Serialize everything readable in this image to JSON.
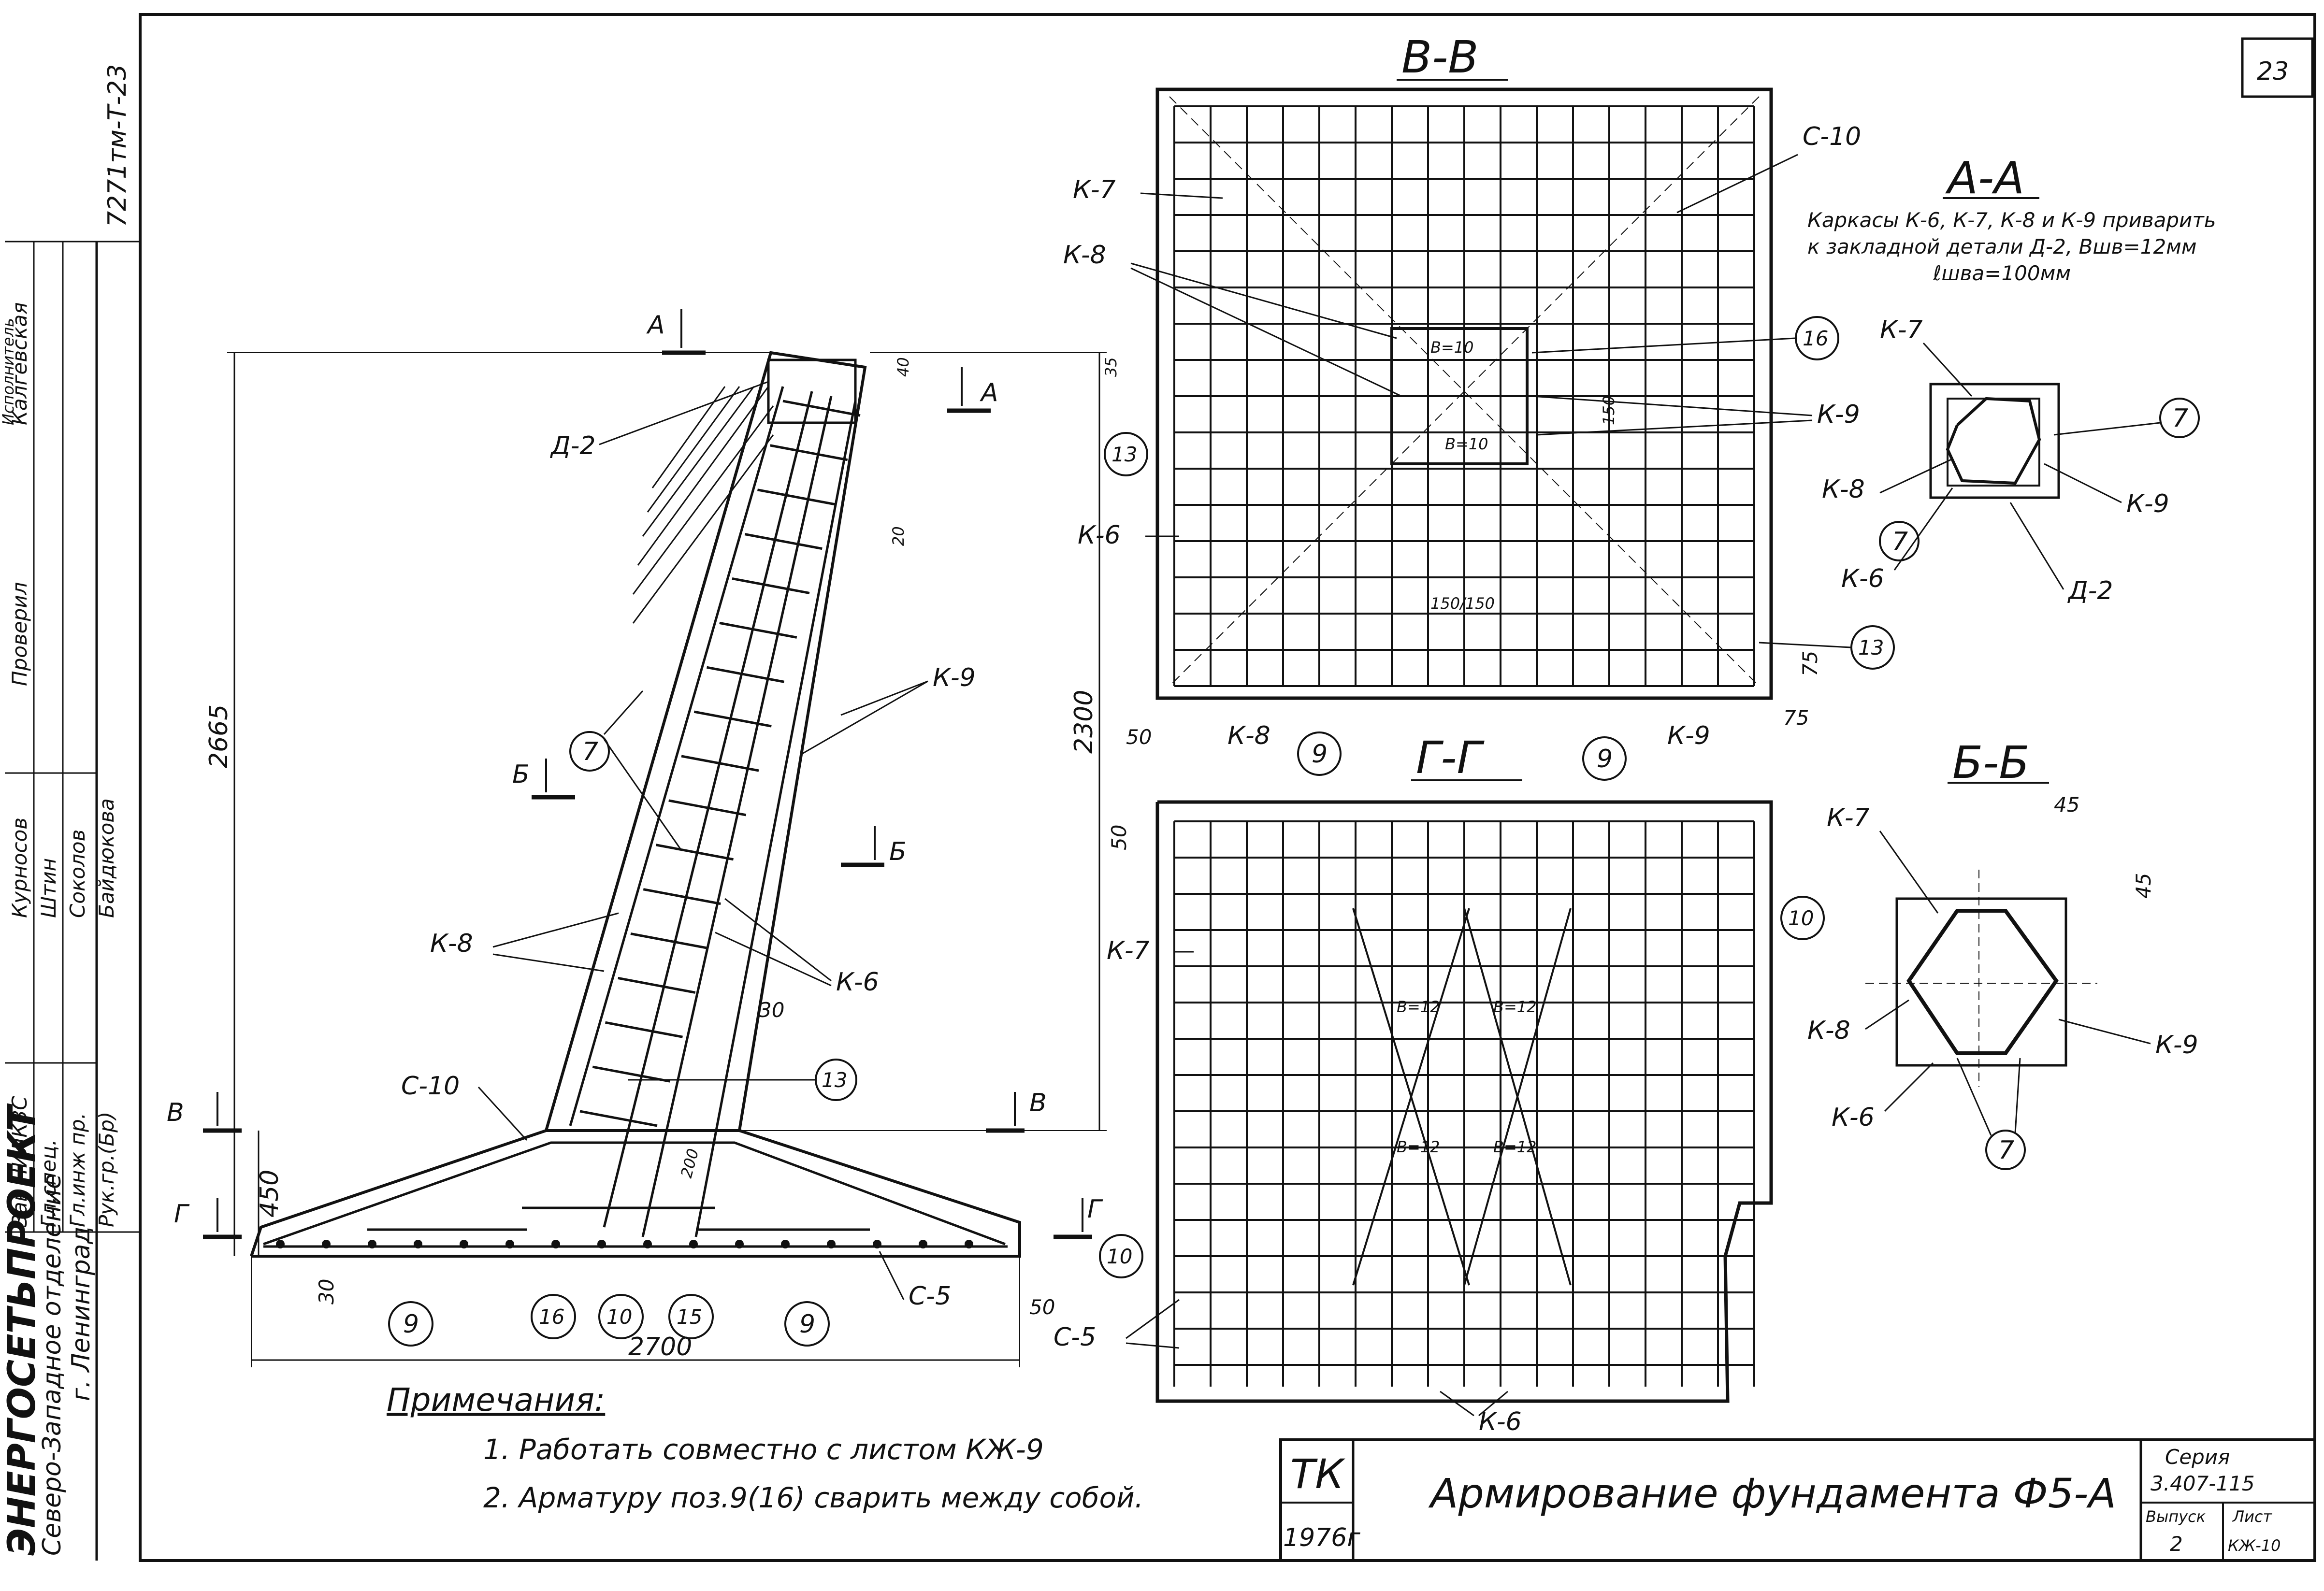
{
  "sheet": {
    "number": "23",
    "project_code": "7271тм-Т-23",
    "org_name": "ЭНЕРГОСЕТЬПРОЕКТ",
    "org_branch": "Северо-Западное отделение",
    "org_city": "г. Ленинград",
    "stamp": {
      "roles": [
        "Зав НИЛКЗС",
        "Гл.спец.",
        "Гл.инж пр.",
        "Рук.гр.(Бр)"
      ],
      "names": [
        "Курносов",
        "Штин",
        "Соколов",
        "Байдюкова"
      ],
      "checker_role": "Проверил",
      "checker_name": "Калгевская",
      "top_role": "Исполнитель"
    },
    "tk": "ТК",
    "year": "1976г",
    "title": "Армирование фундамента Ф5-А",
    "series_label": "Серия",
    "series_value": "3.407-115",
    "issue_label": "Выпуск",
    "issue_value": "2",
    "list_label": "Лист",
    "list_value": "КЖ-10"
  },
  "sections": {
    "vv": "В-В",
    "aa": "А-А",
    "gg": "Г-Г",
    "bb": "Б-Б",
    "cut_a": "А",
    "cut_b": "Б",
    "cut_v": "В",
    "cut_g": "Г"
  },
  "aa_note": {
    "line1": "Каркасы К-6, К-7, К-8 и К-9 приварить",
    "line2": "к закладной детали Д-2, Вшв=12мм",
    "line3": "ℓшва=100мм"
  },
  "labels": {
    "k6": "К-6",
    "k7": "К-7",
    "k8": "К-8",
    "k9": "К-9",
    "c5": "С-5",
    "c10": "С-10",
    "d2": "Д-2",
    "m7": "7",
    "m9": "9",
    "m10": "10",
    "m13": "13",
    "m15": "15",
    "m16": "16",
    "b10": "В=10",
    "b12": "В=12",
    "l150": "150",
    "l150b": "150/150"
  },
  "dims": {
    "d2665": "2665",
    "d2700": "2700",
    "d2300": "2300",
    "d450": "450",
    "d30": "30",
    "d50": "50",
    "d75": "75",
    "d45": "45",
    "d40": "40",
    "d35": "35",
    "d20": "20",
    "d200": "200"
  },
  "notes": {
    "heading": "Примечания:",
    "items": [
      "1. Работать совместно с листом КЖ-9",
      "2. Арматуру поз.9(16) сварить между собой."
    ]
  }
}
